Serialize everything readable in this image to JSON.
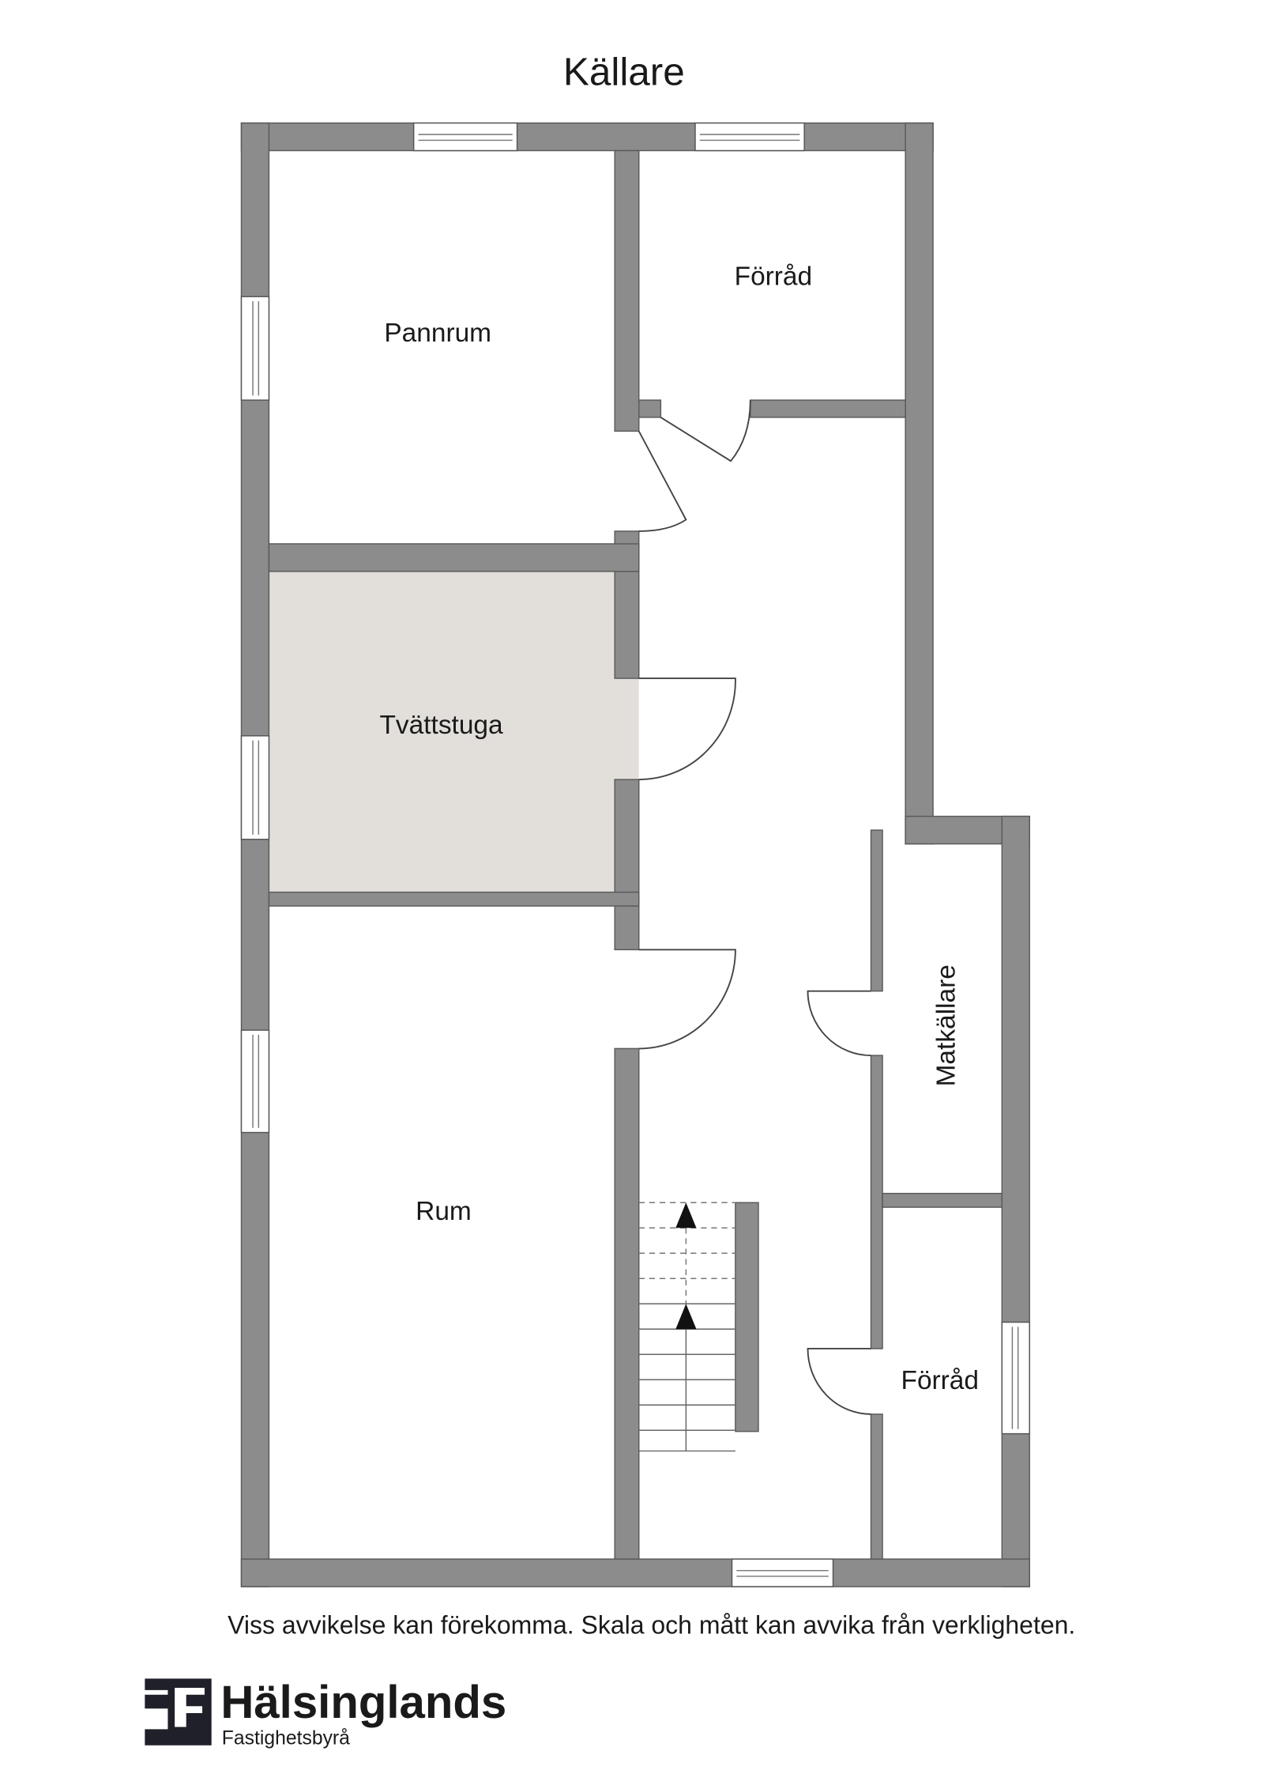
{
  "title": "Källare",
  "rooms": {
    "pannrum": "Pannrum",
    "forrad_top": "Förråd",
    "tvattstuga": "Tvättstuga",
    "rum": "Rum",
    "matkallare": "Matkällare",
    "forrad_bottom": "Förråd"
  },
  "disclaimer": "Viss avvikelse kan förekomma. Skala och mått kan avvika från verkligheten.",
  "logo": {
    "name": "Hälsinglands",
    "subtitle": "Fastighetsbyrå",
    "color": "#1f2029"
  },
  "colors": {
    "wall": "#8c8c8c",
    "highlight_room": "#e2dfdb"
  }
}
